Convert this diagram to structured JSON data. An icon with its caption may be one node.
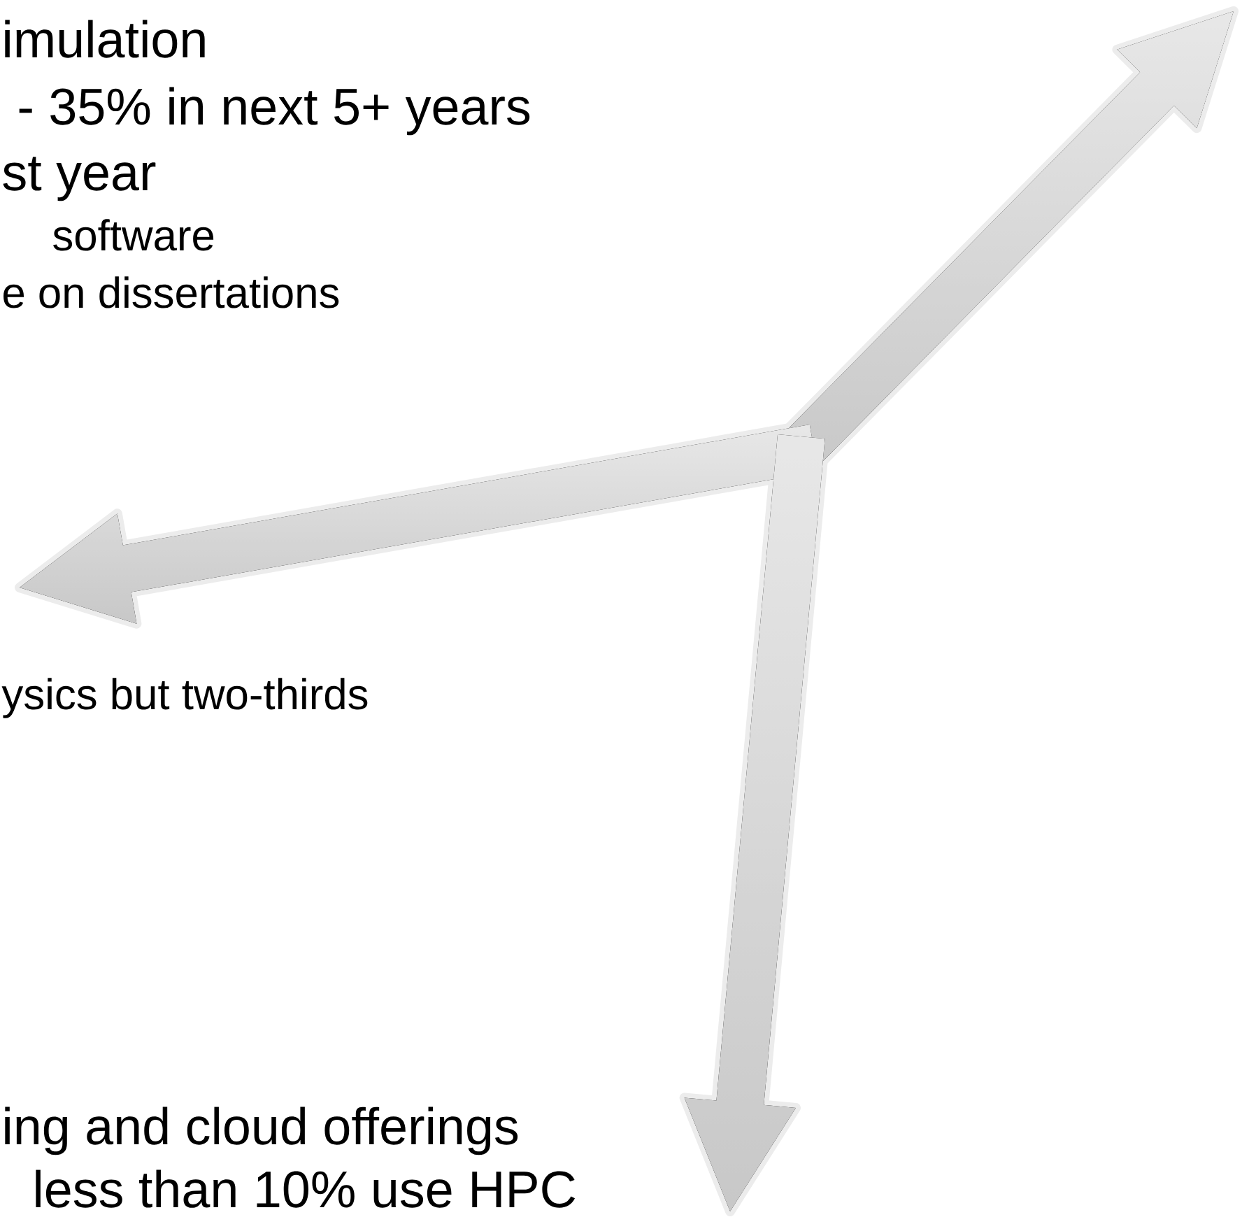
{
  "diagram": {
    "labels": [
      "imulation",
      "- 35% in next 5+ years",
      "st year",
      "software",
      "e on dissertations",
      "ysics but two-thirds",
      "ing and cloud offerings",
      "less than 10% use HPC"
    ]
  }
}
